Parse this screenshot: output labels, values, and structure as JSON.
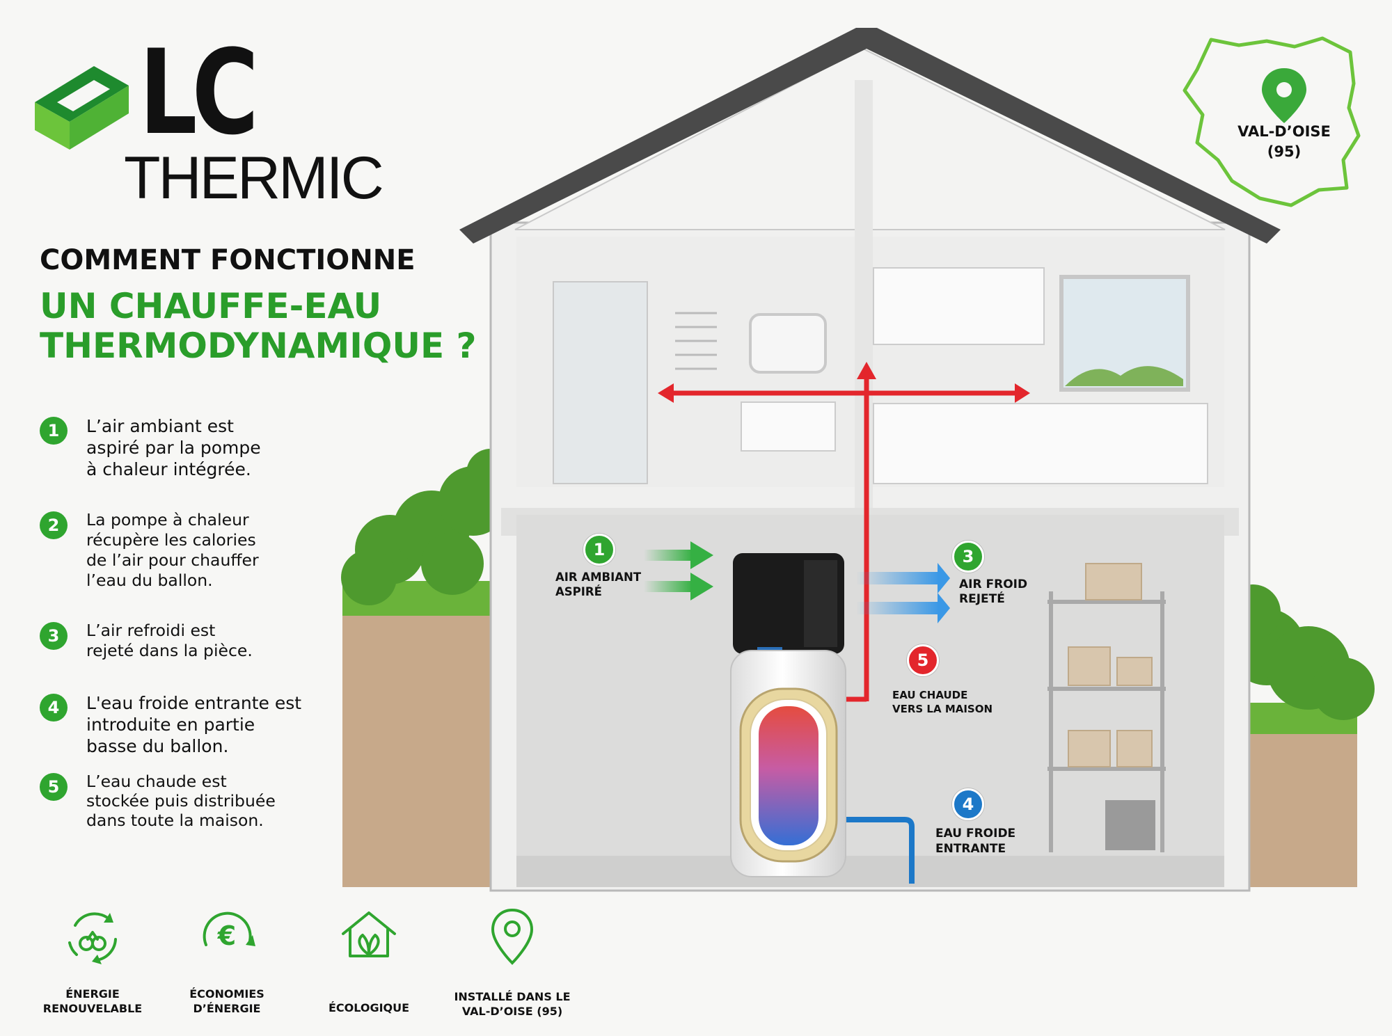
{
  "brand": {
    "logo_mark": "LC",
    "logo_word": "THERMIC",
    "colors": {
      "green_dark": "#1e8a2e",
      "green_light": "#6cc43b",
      "green_accent": "#2a9d2a"
    }
  },
  "heading": {
    "line1": "COMMENT FONCTIONNE",
    "line2": "UN CHAUFFE-EAU THERMODYNAMIQUE ?"
  },
  "steps": [
    {
      "num": "1",
      "text": "L’air ambiant est\naspiré par la pompe\nà chaleur intégrée."
    },
    {
      "num": "2",
      "text": "La pompe à chaleur\nrécupère les calories\nde l’air pour chauffer\nl’eau du ballon."
    },
    {
      "num": "3",
      "text": "L’air refroidi est\nrejeté dans la pièce."
    },
    {
      "num": "4",
      "text": "L'eau froide entrante est\nintroduite en partie\nbasse du ballon."
    },
    {
      "num": "5",
      "text": "L’eau chaude est\nstockée puis distribuée\ndans toute la maison."
    }
  ],
  "diagram": {
    "labels": [
      {
        "num": "1",
        "text": "AIR AMBIANT\nASPIRÉ",
        "color": "#2fa52f"
      },
      {
        "num": "3",
        "text": "AIR FROID\nREJETÉ",
        "color": "#2fa52f"
      },
      {
        "num": "5",
        "text": "EAU CHAUDE\nVERS LA MAISON",
        "color": "#e3262c"
      },
      {
        "num": "4",
        "text": "EAU FROIDE\nENTRANTE",
        "color": "#1c78c8"
      }
    ],
    "colors": {
      "hot": "#e3262c",
      "cold": "#1c78c8",
      "air_in": "#35b043",
      "air_out": "#3a98e6"
    }
  },
  "map": {
    "label": "VAL-D’OISE\n(95)",
    "icon": "location-pin-icon",
    "color": "#3aa93a"
  },
  "features": [
    {
      "icon": "recycle-energy-icon",
      "label": "ÉNERGIE\nRENOUVELABLE"
    },
    {
      "icon": "euro-savings-icon",
      "label": "ÉCONOMIES\nD’ÉNERGIE"
    },
    {
      "icon": "eco-house-icon",
      "label": "ÉCOLOGIQUE"
    },
    {
      "icon": "location-pin-icon",
      "label": "INSTALLÉ DANS LE\nVAL-D’OISE (95)"
    }
  ]
}
